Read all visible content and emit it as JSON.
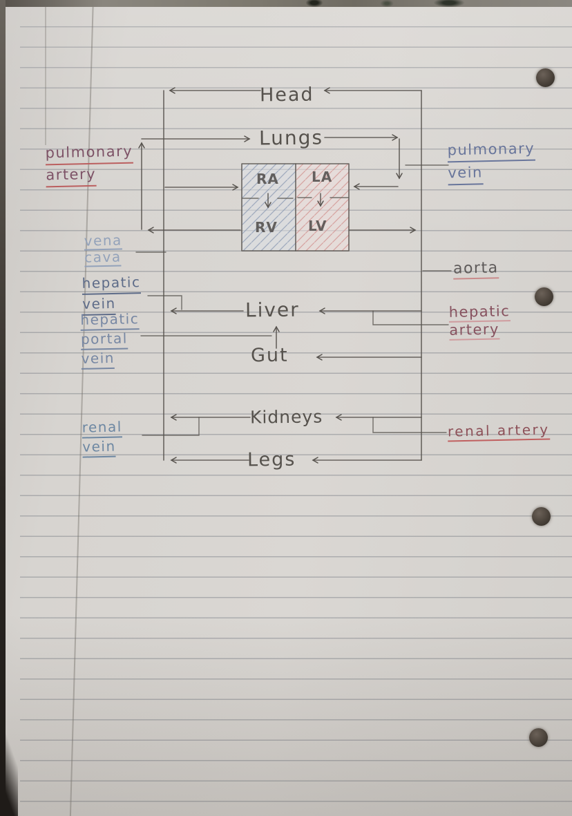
{
  "colors": {
    "pencil": "#56524d",
    "artery_text": "#7d5266",
    "artery_underline": "#bb5f5f",
    "pulm_vein_text": "#68759b",
    "vena_cava_text": "#93a2ba",
    "hepatic_vein_text": "#5d6b88",
    "hpv_text": "#7787a3",
    "aorta_text": "#5f5b5a",
    "aorta_underline": "#c98b8b",
    "hepatic_artery_text": "#87525f",
    "hepatic_artery_underline": "#cf9b9e",
    "renal_vein_text": "#6d87a2",
    "renal_artery_text": "#8d5058",
    "renal_artery_underline": "#c06060",
    "heart_left_hatch": "#8b99b3",
    "heart_right_hatch": "#d0918f"
  },
  "diagram": {
    "organs": {
      "head": "Head",
      "lungs": "Lungs",
      "liver": "Liver",
      "gut": "Gut",
      "kidneys": "Kidneys",
      "legs": "Legs"
    },
    "heart_chambers": {
      "ra": "RA",
      "la": "LA",
      "rv": "RV",
      "lv": "LV"
    },
    "vessels": {
      "pulmonary_artery": {
        "words": [
          "pulmonary",
          "artery"
        ]
      },
      "pulmonary_vein": {
        "words": [
          "pulmonary",
          "vein"
        ]
      },
      "vena_cava": {
        "words": [
          "vena",
          "cava"
        ]
      },
      "hepatic_vein": {
        "words": [
          "hepatic",
          "vein"
        ]
      },
      "hepatic_portal_vein": {
        "words": [
          "hepatic",
          "portal",
          "vein"
        ]
      },
      "aorta": {
        "words": [
          "aorta"
        ]
      },
      "hepatic_artery": {
        "words": [
          "hepatic",
          "artery"
        ]
      },
      "renal_vein": {
        "words": [
          "renal",
          "vein"
        ]
      },
      "renal_artery": {
        "words": [
          "renal artery"
        ]
      }
    }
  }
}
